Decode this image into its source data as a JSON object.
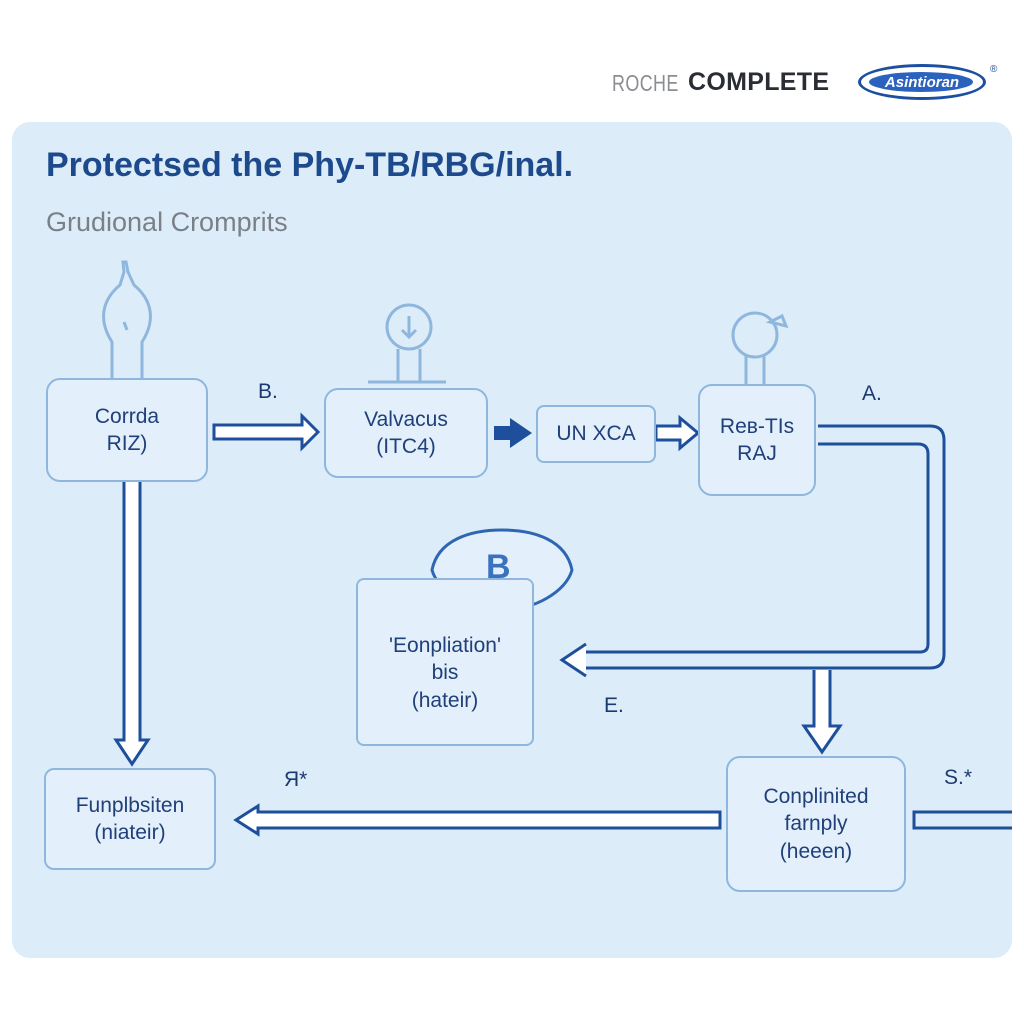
{
  "brand": {
    "roche": "ROCHE",
    "complete": "COMPLETE",
    "oval": "Asintioran",
    "reg": "®"
  },
  "diagram": {
    "title": "Protectsed the Phy-TB/RBG/inal.",
    "subtitle": "Grudional Cromprits",
    "nodes": {
      "corrda": [
        "Corrda",
        "RIZ)"
      ],
      "valvacus": [
        "Valvacus",
        "(ITC4)"
      ],
      "unxca": [
        "UN XCA"
      ],
      "rectis": [
        "Reв-TIs",
        "RAJ"
      ],
      "b_bubble": "B",
      "eonpliation": [
        "'Eonpliation'",
        "bis",
        "(hateir)"
      ],
      "funplo": [
        "Funplbsiten",
        "(niateir)"
      ],
      "conplinited": [
        "Conplinited",
        "farnply",
        "(heeen)"
      ]
    },
    "edge_labels": {
      "b": "B.",
      "a": "A.",
      "e": "E.",
      "a_star": "Я*",
      "s_star": "S.*"
    }
  },
  "colors": {
    "panel": "#dcecf9",
    "node_fill": "#e3f0fb",
    "node_border": "#8fb7dd",
    "arrow_blue": "#1e4f9c",
    "title_blue": "#1d4a8c"
  }
}
